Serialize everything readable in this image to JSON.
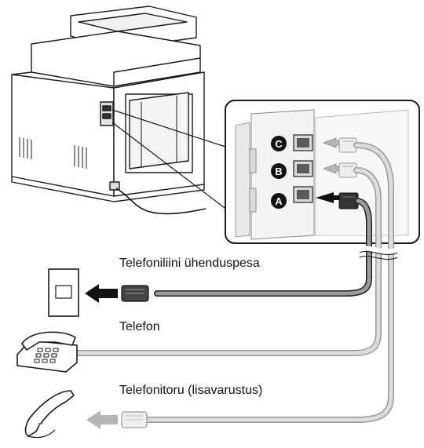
{
  "labels": {
    "wall_jack": "Telefoniliini ühenduspesa",
    "telephone": "Telefon",
    "handset": "Telefonitoru (lisavarustus)"
  },
  "ports": [
    "C",
    "B",
    "A"
  ],
  "colors": {
    "outline": "#1a1a1a",
    "line_cable": "#9a9a9a",
    "light_cable": "#cfcfcf",
    "arrow_dark": "#111111",
    "arrow_light": "#b5b5b5"
  }
}
